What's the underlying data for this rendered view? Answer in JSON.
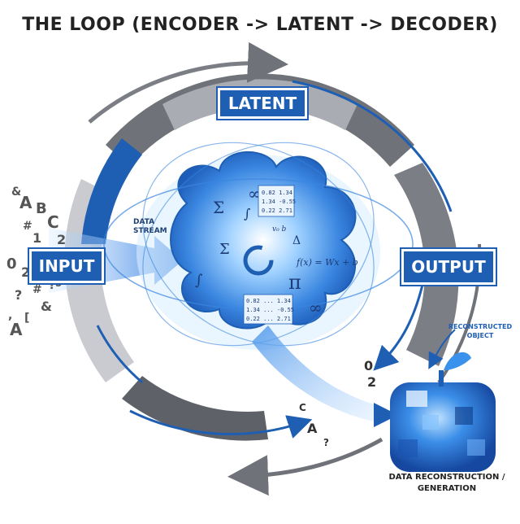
{
  "title": "THE LOOP (ENCODER -> LATENT -> DECODER)",
  "labels": {
    "latent": "LATENT",
    "input": "INPUT",
    "output": "OUTPUT",
    "data_stream": "DATA STREAM",
    "reconstructed_object": "RECONSTRUCTED OBJECT",
    "generation": "DATA RECONSTRUCTION / GENERATION"
  },
  "formulas": {
    "linear": "f(x) = Wx + b",
    "pi": "π",
    "sigma": "Σ",
    "infinity": "∞",
    "integral": "∫",
    "delta": "Δ",
    "vb": "v₀ b"
  },
  "matrix_top": [
    "0.82  1.34",
    "1.34  -0.55",
    "0.22  2.71"
  ],
  "matrix_bottom": [
    "0.82  ...  1.34",
    "1.34  ...  -0.55",
    "0.22  ...  2.71"
  ],
  "input_glyphs": [
    "&",
    "A",
    "B",
    "C",
    "#",
    "1",
    "2",
    "0",
    "2",
    "?",
    "#",
    "?",
    "&",
    "A",
    ",",
    "[",
    "5'",
    ";"
  ],
  "output_glyphs": [
    "0",
    "2",
    "C",
    "A",
    "?"
  ],
  "colors": {
    "primary": "#1e5fb4",
    "dark_gray": "#6f7278",
    "light_gray": "#c9cbd0",
    "glow": "#9ed0ff"
  }
}
